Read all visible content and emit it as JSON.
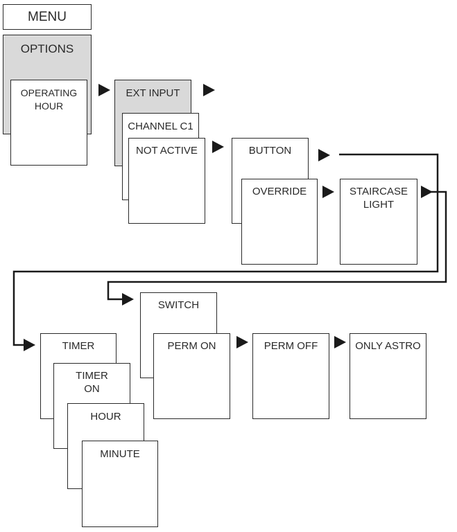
{
  "menu": "MENU",
  "options": "OPTIONS",
  "operating_hour": "OPERATING\nHOUR",
  "ext_input": "EXT INPUT",
  "channel_c1": "CHANNEL C1",
  "not_active": "NOT ACTIVE",
  "button": "BUTTON",
  "override": "OVERRIDE",
  "staircase_light": "STAIRCASE\nLIGHT",
  "switch": "SWITCH",
  "perm_on": "PERM ON",
  "perm_off": "PERM OFF",
  "only_astro": "ONLY ASTRO",
  "timer": "TIMER",
  "timer_on": "TIMER\nON",
  "hour": "HOUR",
  "minute": "MINUTE"
}
